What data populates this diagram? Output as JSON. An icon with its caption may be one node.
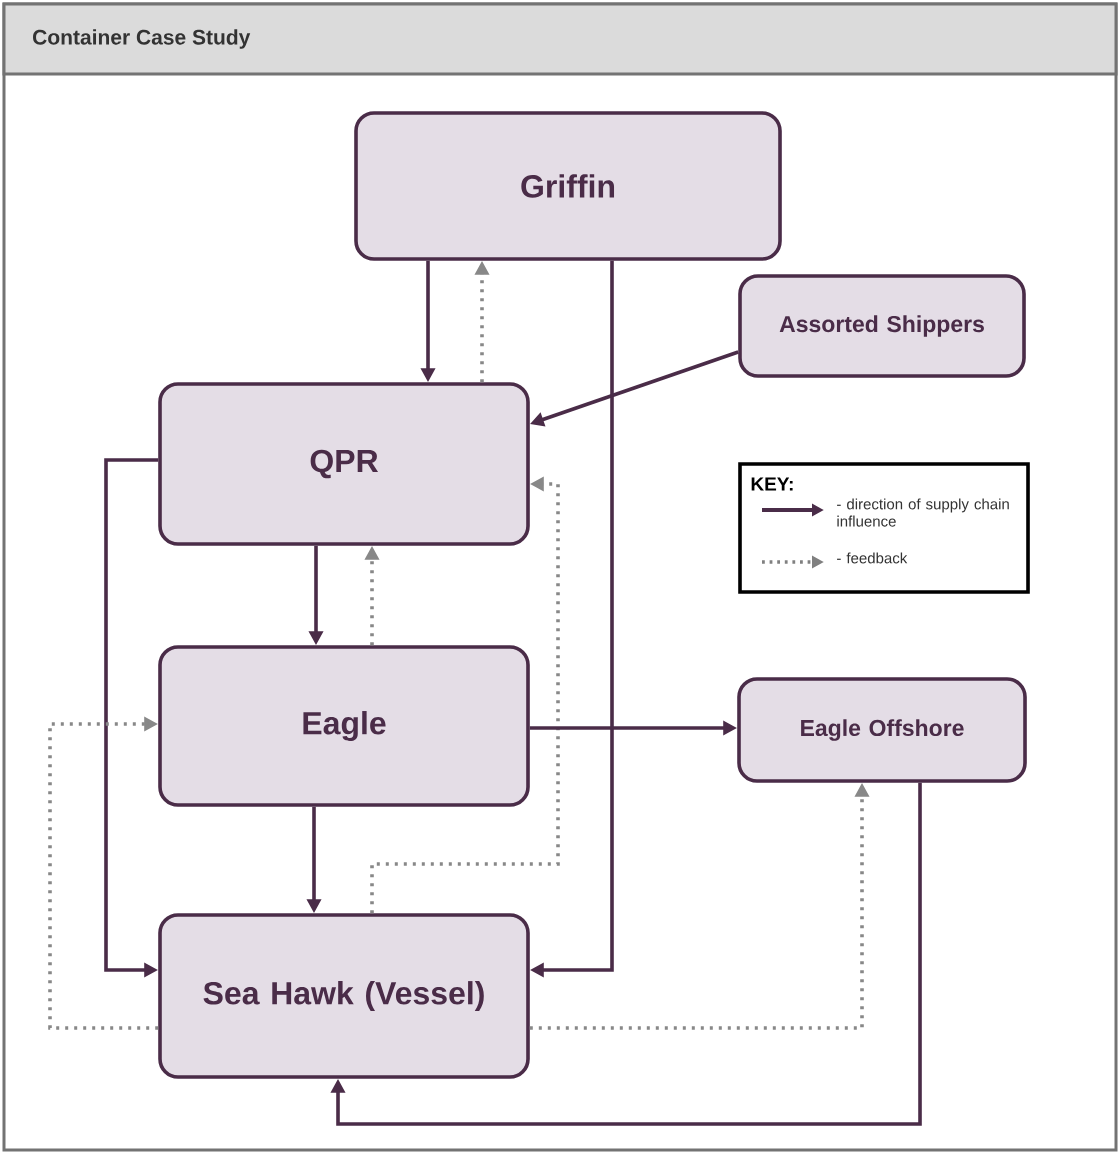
{
  "diagram": {
    "title": "Container Case Study",
    "nodes": [
      {
        "text": [
          "Griffin"
        ]
      },
      {
        "text": [
          "Assorted Shippers"
        ]
      },
      {
        "text": [
          "QPR"
        ]
      },
      {
        "text": [
          "Eagle"
        ]
      },
      {
        "text": [
          "Eagle Offshore"
        ]
      },
      {
        "text": [
          "Sea Hawk (Vessel)"
        ]
      }
    ],
    "edges": [
      {
        "from": 0,
        "to": 2,
        "arrow": "to"
      },
      {
        "from": 2,
        "to": 0,
        "arrow": "to",
        "style": "dashed",
        "color": "#888888"
      },
      {
        "from": 1,
        "to": 2,
        "arrow": "to"
      },
      {
        "from": 2,
        "to": 3,
        "arrow": "to"
      },
      {
        "from": 3,
        "to": 2,
        "arrow": "to",
        "style": "dashed",
        "color": "#888888"
      },
      {
        "from": 5,
        "to": 2,
        "arrow": "to",
        "style": "dashed",
        "color": "#888888"
      },
      {
        "from": 2,
        "to": 5,
        "arrow": "to"
      },
      {
        "from": 3,
        "to": 5,
        "arrow": "to"
      },
      {
        "from": 0,
        "to": 5,
        "arrow": "to"
      },
      {
        "from": 5,
        "to": 3,
        "arrow": "to",
        "style": "dashed",
        "color": "#888888"
      },
      {
        "from": 3,
        "to": 4,
        "arrow": "to"
      },
      {
        "from": 5,
        "to": 4,
        "arrow": "to",
        "style": "dashed",
        "color": "#888888"
      },
      {
        "from": 4,
        "to": 5,
        "arrow": "to"
      }
    ],
    "labels": [
      "KEY:"
    ],
    "legend": [
      {
        "text": "- direction of supply chain influence"
      },
      {
        "text": "- feedback"
      }
    ]
  }
}
